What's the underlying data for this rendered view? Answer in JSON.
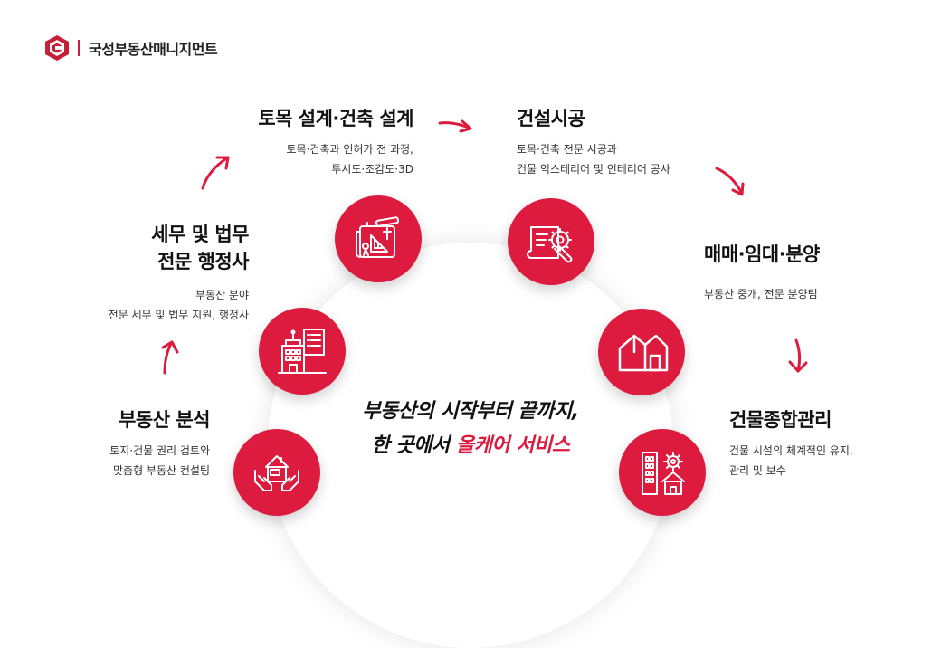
{
  "brand": {
    "name": "국성부동산매니지먼트"
  },
  "colors": {
    "accent": "#dc1b3e",
    "text": "#111111"
  },
  "services": {
    "civil": {
      "title": "토목 설계·건축 설계",
      "desc": [
        "토목·건축과 인허가 전 과정,",
        "투시도·조감도·3D"
      ],
      "icon": "blueprint-drafting-icon"
    },
    "construction": {
      "title": "건설시공",
      "desc": [
        "토목·건축 전문 시공과",
        "건물 익스테리어 및 인테리어 공사"
      ],
      "icon": "construction-tools-icon"
    },
    "trade": {
      "title": "매매·임대·분양",
      "desc": [
        "부동산 중개, 전문 분양팀"
      ],
      "icon": "house-outline-icon"
    },
    "management": {
      "title": "건물종합관리",
      "desc": [
        "건물 시설의 체계적인 유지,",
        "관리 및 보수"
      ],
      "icon": "building-gear-icon"
    },
    "tax": {
      "title": [
        "세무 및 법무",
        "전문 행정사"
      ],
      "desc": [
        "부동산 분야",
        "전문 세무 및 법무 지원, 행정사"
      ],
      "icon": "office-document-icon"
    },
    "analysis": {
      "title": "부동산 분석",
      "desc": [
        "토지·건물 권리 검토와",
        "맞춤형 부동산 컨설팅"
      ],
      "icon": "hands-house-icon"
    }
  },
  "tagline": {
    "line1": "부동산의 시작부터 끝까지,",
    "line2_prefix": "한 곳에서 ",
    "line2_accent": "올케어 서비스"
  }
}
